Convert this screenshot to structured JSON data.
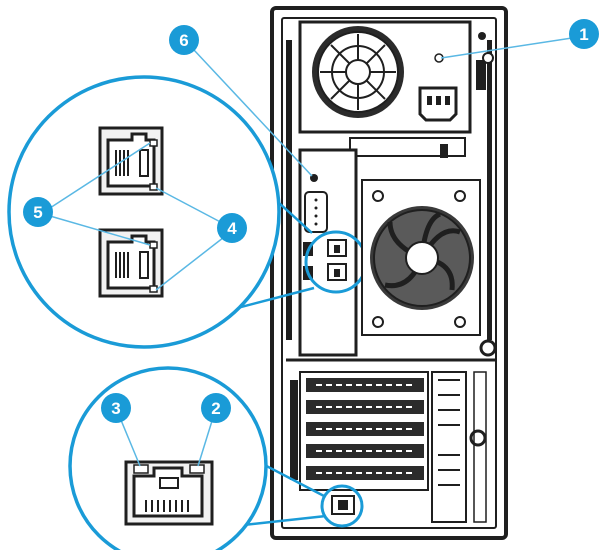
{
  "colors": {
    "callout": "#1a9bd7",
    "leader": "#5ab8e4",
    "chassis": "#1f1f1f",
    "chassis_light": "#d9d9d9",
    "port_fill": "#f2f2f2"
  },
  "callouts": [
    {
      "id": "1",
      "label": "1",
      "target": "power-supply-indicator"
    },
    {
      "id": "2",
      "label": "2",
      "target": "dedicated-ilo-port-right-led"
    },
    {
      "id": "3",
      "label": "3",
      "target": "dedicated-ilo-port-left-led"
    },
    {
      "id": "4",
      "label": "4",
      "target": "nic-port-activity-led"
    },
    {
      "id": "5",
      "label": "5",
      "target": "nic-port-link-led"
    },
    {
      "id": "6",
      "label": "6",
      "target": "uid-led"
    }
  ],
  "icons": {
    "server": "server-rear-panel-icon",
    "fan": "fan-icon",
    "power_socket": "power-socket-icon",
    "serial": "serial-port-icon",
    "nic": "rj45-port-icon"
  }
}
